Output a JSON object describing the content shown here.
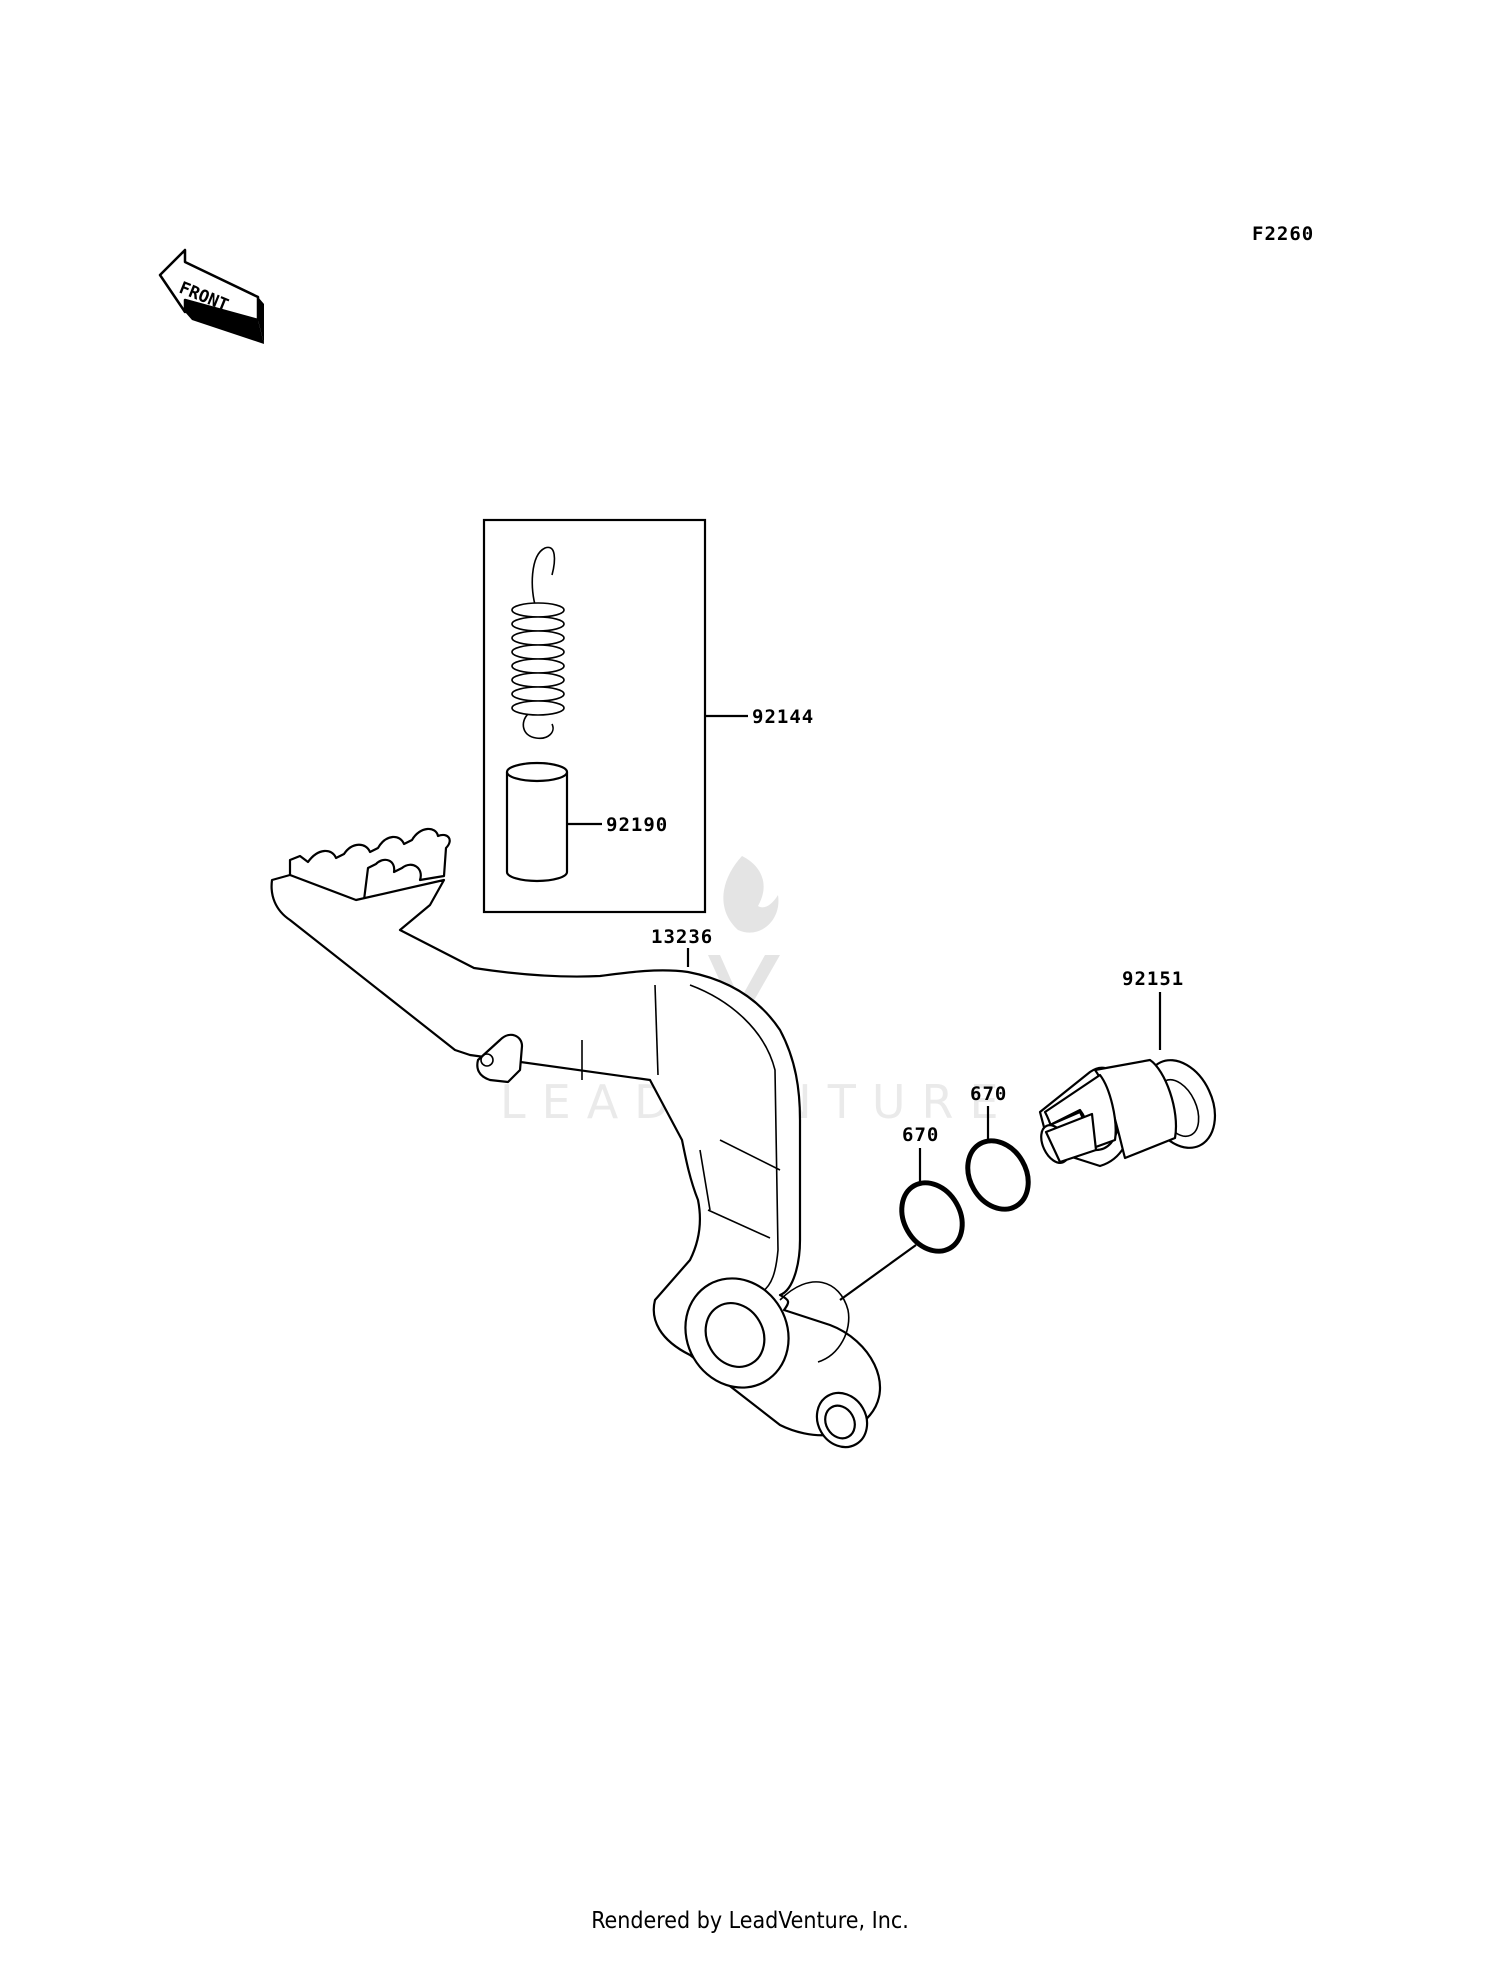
{
  "diagram_id": "F2260",
  "front_label": "FRONT",
  "watermark": "LEADVENTURE",
  "parts": {
    "spring_kit": "92144",
    "collar": "92190",
    "brake_pedal": "13236",
    "shaft": "92151",
    "oring_a": "670",
    "oring_b": "670"
  },
  "footer": "Rendered by LeadVenture, Inc."
}
